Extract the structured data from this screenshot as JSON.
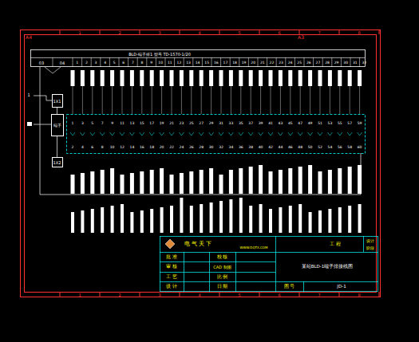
{
  "diagram": {
    "nodes": [
      {
        "text": [
          "1X1"
        ]
      },
      {
        "text": [
          "端子"
        ]
      },
      {
        "text": [
          "1X2"
        ]
      }
    ],
    "labels": [
      "A4",
      "A3",
      "1",
      "2",
      "3",
      "4",
      "5",
      "6",
      "7",
      "8",
      "1",
      "2",
      "3",
      "4",
      "5",
      "6",
      "7",
      "8",
      "BLD-端子排1  型号 TD-1570-1/20",
      "03",
      "04",
      "1",
      "2",
      "3",
      "4",
      "5",
      "6",
      "7",
      "8",
      "9",
      "10",
      "11",
      "12",
      "13",
      "14",
      "15",
      "16",
      "17",
      "18",
      "19",
      "20",
      "21",
      "22",
      "23",
      "24",
      "25",
      "26",
      "27",
      "28",
      "29",
      "30",
      "31",
      "32",
      "1",
      "3",
      "5",
      "7",
      "9",
      "11",
      "13",
      "15",
      "17",
      "19",
      "21",
      "23",
      "25",
      "27",
      "29",
      "31",
      "33",
      "35",
      "37",
      "39",
      "41",
      "43",
      "45",
      "47",
      "49",
      "51",
      "53",
      "55",
      "57",
      "59",
      "2",
      "4",
      "6",
      "8",
      "10",
      "12",
      "14",
      "16",
      "18",
      "20",
      "22",
      "24",
      "26",
      "28",
      "30",
      "32",
      "34",
      "36",
      "38",
      "40",
      "42",
      "44",
      "46",
      "48",
      "50",
      "52",
      "54",
      "56",
      "58",
      "60",
      "1",
      "电 气 天 下",
      "WWW.DQTX.COM",
      "工 程",
      "设计",
      "阶段",
      "批 准",
      "审 核",
      "工 艺",
      "设 计",
      "校 核",
      "CAD 制图",
      "比 例",
      "日 期",
      "某站BLD-1端子排接线图",
      "图 号",
      "JD-1"
    ]
  }
}
